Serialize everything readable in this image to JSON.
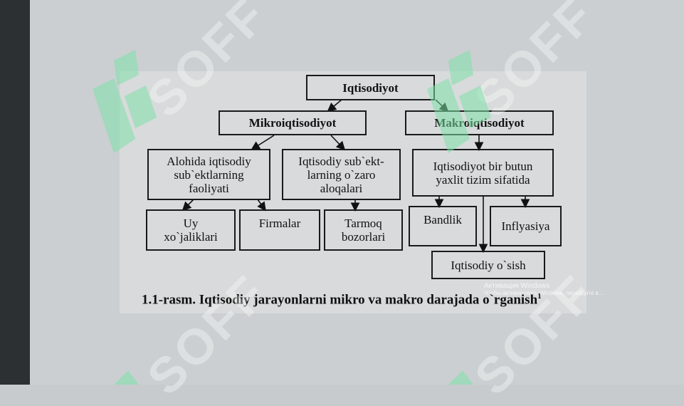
{
  "diagram": {
    "root": "Iqtisodiyot",
    "micro": "Mikroiqtisodiyot",
    "macro": "Makroiqtisodiyot",
    "micro_a": "Alohida iqtisodiy\nsub`ektlarning\nfaoliyati",
    "micro_b": "Iqtisodiy sub`ekt-\nlarning o`zaro\naloqalari",
    "macro_a": "Iqtisodiyot bir butun\nyaxlit tizim sifatida",
    "leaf_uy": "Uy\nxo`jaliklari",
    "leaf_firmalar": "Firmalar",
    "leaf_tarmoq": "Tarmoq\nbozorlari",
    "leaf_bandlik": "Bandlik",
    "leaf_inflyasiya": "Inflyasiya",
    "leaf_osish": "Iqtisodiy o`sish"
  },
  "caption": {
    "text": "1.1-rasm. Iqtisodiy jarayonlarni mikro va makro darajada o`rganish",
    "footnote": "1"
  },
  "watermark": {
    "text": "SOFF",
    "logo_color": "#7ee2a8"
  },
  "activation": {
    "title": "Активация Windows",
    "subtitle": "Чтобы активировать Windows, перейдите в..."
  }
}
